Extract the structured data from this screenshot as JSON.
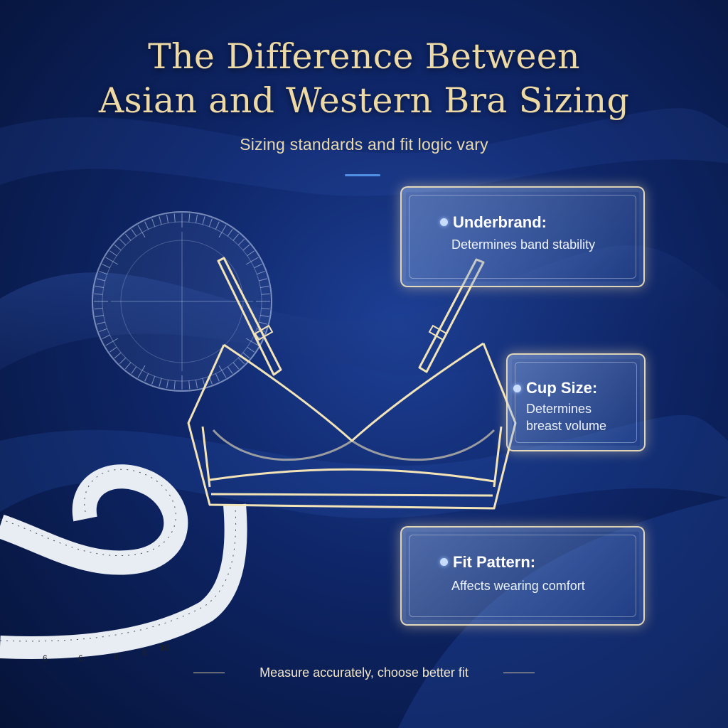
{
  "title_line1": "The Difference Between",
  "title_line2": "Asian and Western Bra Sizing",
  "subtitle": "Sizing standards and fit logic vary",
  "cards": [
    {
      "heading": "Underbrand:",
      "description": "Determines band stability"
    },
    {
      "heading": "Cup Size:",
      "description": "Determines\nbreast volume"
    },
    {
      "heading": "Fit Pattern:",
      "description": "Affects wearing comfort"
    }
  ],
  "footer": "Measure accurately, choose better fit",
  "tape_marks": [
    "6",
    "6",
    "6",
    "8",
    "10"
  ],
  "colors": {
    "background": "#0e2566",
    "title": "#ecd9a6",
    "accent": "#4f8fe6",
    "outline": "#f3e4b8"
  },
  "icons": [
    "protractor-icon",
    "measuring-tape-icon",
    "bra-outline-icon"
  ]
}
